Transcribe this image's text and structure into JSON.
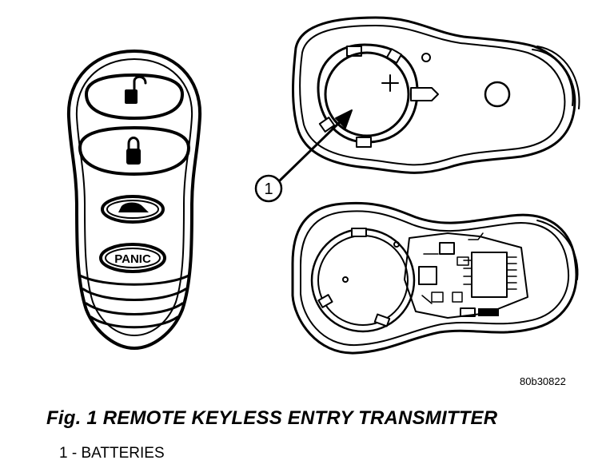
{
  "figure_code": "80b30822",
  "caption": "Fig. 1 REMOTE KEYLESS ENTRY TRANSMITTER",
  "callout_number": "1",
  "legend_items": [
    {
      "text": "1 - BATTERIES"
    }
  ],
  "buttons": {
    "panic_label": "PANIC"
  },
  "icons": [
    "unlock-icon",
    "lock-icon",
    "trunk-icon"
  ]
}
